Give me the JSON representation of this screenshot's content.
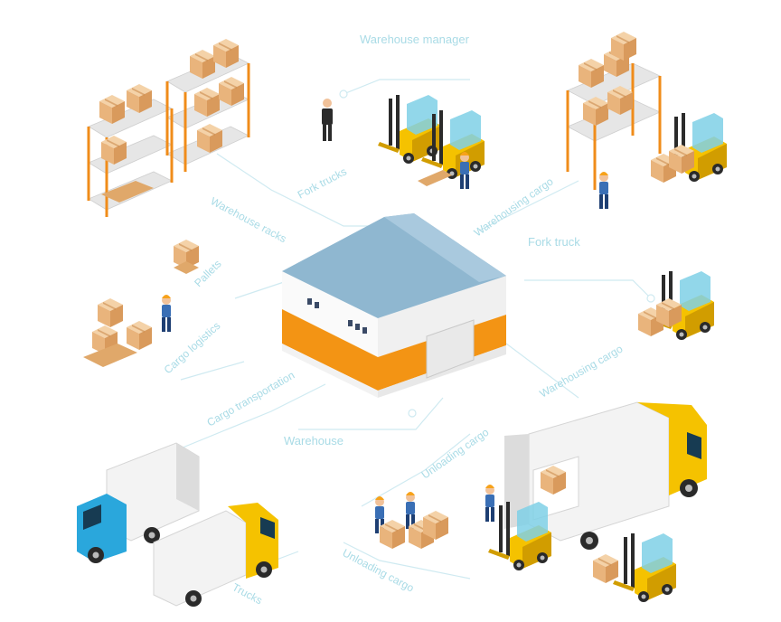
{
  "diagram": {
    "center_label": "Warehouse",
    "labels": {
      "warehouse_manager": "Warehouse manager",
      "fork_trucks": "Fork trucks",
      "warehouse_racks": "Warehouse racks",
      "warehousing_cargo_top": "Warehousing cargo",
      "fork_truck": "Fork truck",
      "pallets": "Pallets",
      "cargo_logistics": "Cargo logistics",
      "warehousing_cargo_right": "Warehousing cargo",
      "cargo_transportation": "Cargo transportation",
      "unloading_cargo_mid": "Unloading cargo",
      "unloading_cargo_bottom": "Unloading cargo",
      "trucks": "Trucks"
    },
    "colors": {
      "connector": "#cfeaf1",
      "label_text": "#a9dbe6",
      "warehouse_roof": "#8fb7d0",
      "warehouse_stripe": "#f39414",
      "accent_yellow": "#f5c200",
      "rack_orange": "#f08c1a",
      "cab_blue": "#2aa7dc"
    },
    "icons": [
      "warehouse-icon",
      "rack-icon",
      "forklift-icon",
      "worker-icon",
      "pallet-icon",
      "cargo-box-icon",
      "truck-icon"
    ]
  }
}
